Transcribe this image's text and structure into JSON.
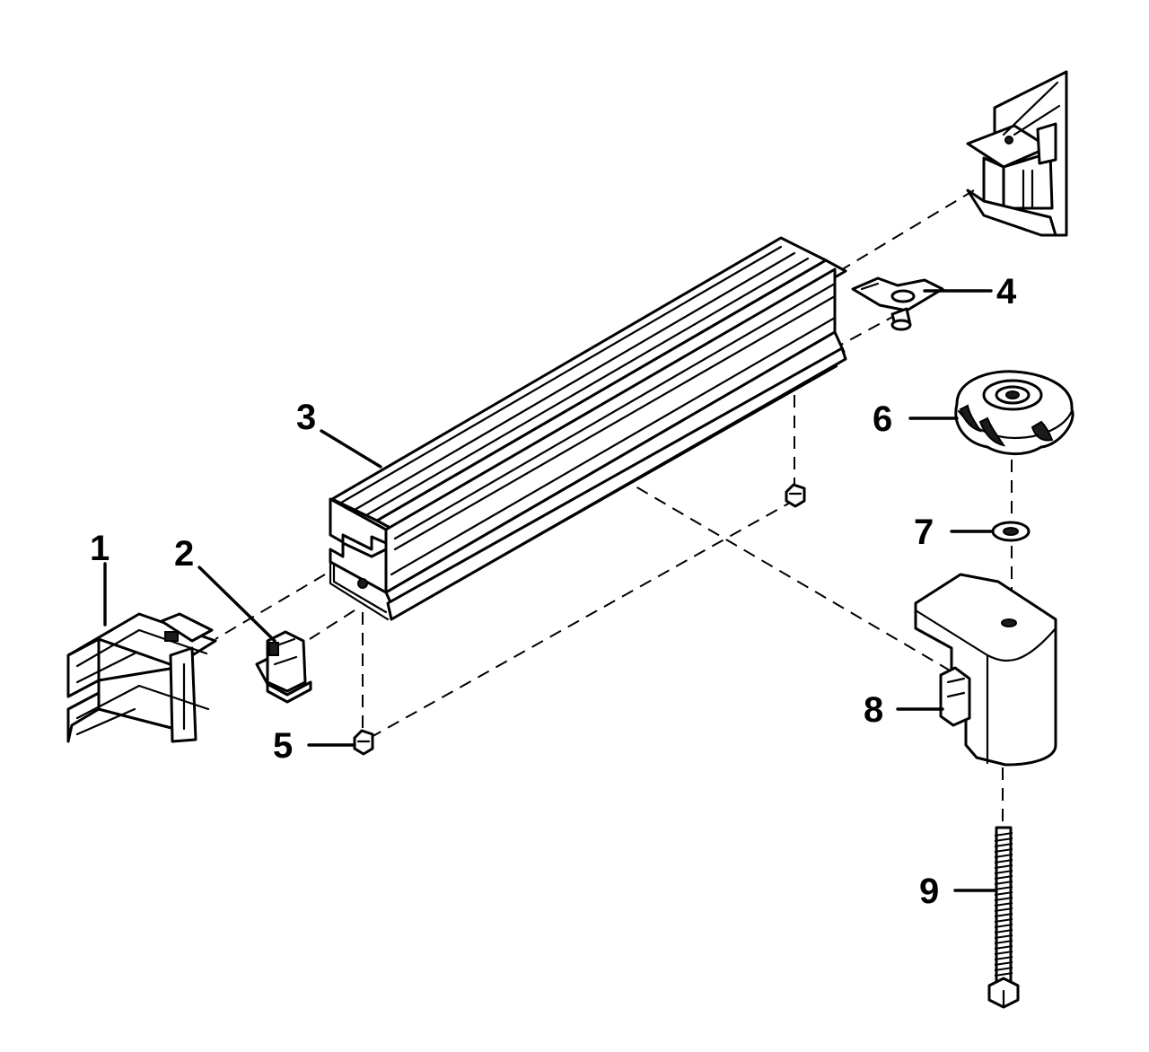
{
  "callouts": [
    {
      "label": "1"
    },
    {
      "label": "2"
    },
    {
      "label": "3"
    },
    {
      "label": "4"
    },
    {
      "label": "5"
    },
    {
      "label": "6"
    },
    {
      "label": "7"
    },
    {
      "label": "8"
    },
    {
      "label": "9"
    }
  ]
}
